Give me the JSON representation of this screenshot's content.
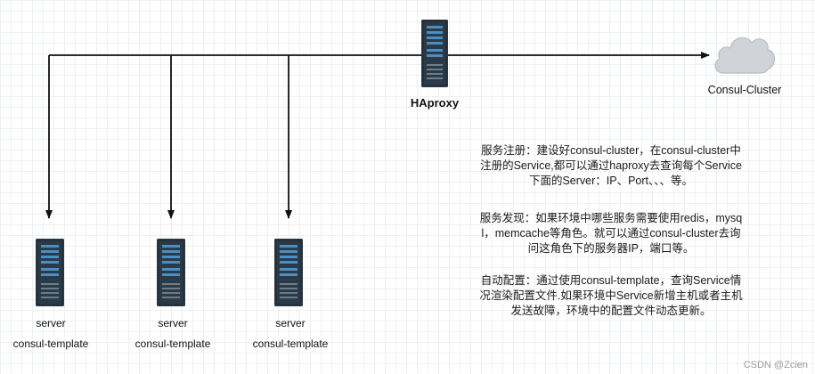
{
  "haproxy": {
    "label": "HAproxy",
    "icon": "server-icon"
  },
  "cluster": {
    "label": "Consul-Cluster",
    "icon": "cloud-icon"
  },
  "servers": [
    {
      "title": "server",
      "subtitle": "consul-template"
    },
    {
      "title": "server",
      "subtitle": "consul-template"
    },
    {
      "title": "server",
      "subtitle": "consul-template"
    }
  ],
  "notes": {
    "registration": "服务注册：建设好consul-cluster，在consul-cluster中注册的Service,都可以通过haproxy去查询每个Service下面的Server：IP、Port、、、等。",
    "discovery": "服务发现：如果环境中哪些服务需要使用redis，mysql，memcache等角色。就可以通过consul-cluster去询问这角色下的服务器IP，端口等。",
    "autoconfig": "自动配置：通过使用consul-template，查询Service情况渲染配置文件.如果环境中Service新增主机或者主机发送故障，环境中的配置文件动态更新。"
  },
  "watermark": "CSDN @Zcien",
  "colors": {
    "line": "#111111",
    "server_body": "#2b3a47",
    "server_slot": "#4a8fc4",
    "cloud_fill": "#cfd2d6",
    "cloud_stroke": "#b8bcc1"
  }
}
